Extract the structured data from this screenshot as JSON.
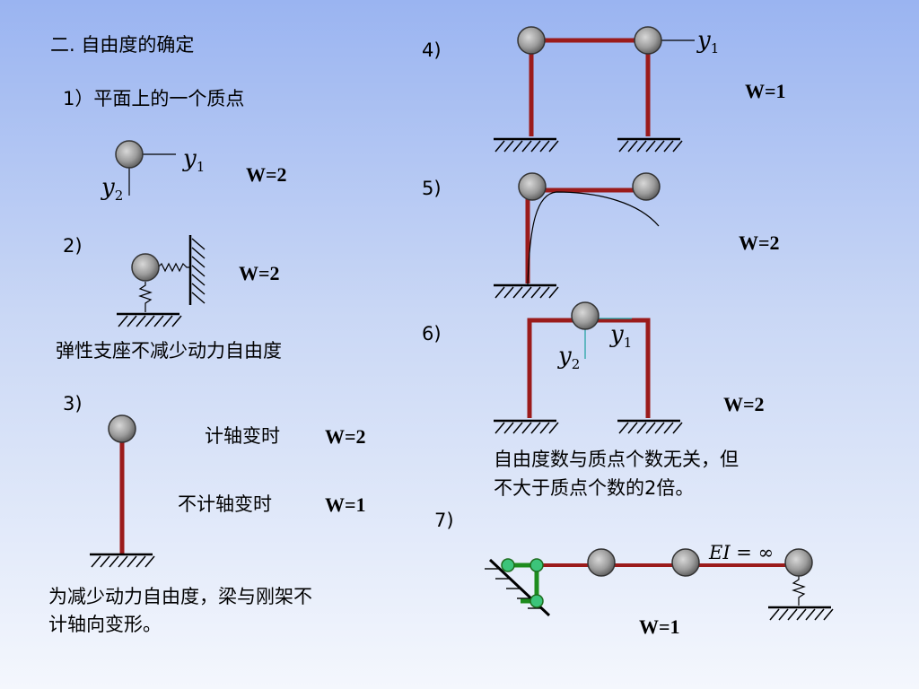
{
  "heading": "二. 自由度的确定",
  "case1": {
    "label": "1）平面上的一个质点",
    "w": "W=2",
    "y1": "y",
    "y1_sub": "1",
    "y2": "y",
    "y2_sub": "2"
  },
  "case2": {
    "label": "2)",
    "w": "W=2",
    "note": "弹性支座不减少动力自由度"
  },
  "case3": {
    "label": "3)",
    "line1_text": "计轴变时",
    "line1_w": "W=2",
    "line2_text": "不计轴变时",
    "line2_w": "W=1"
  },
  "note_bottom": [
    "为减少动力自由度，梁与刚架不",
    "计轴向变形。"
  ],
  "case4": {
    "label": "4)",
    "w": "W=1",
    "y1": "y",
    "y1_sub": "1"
  },
  "case5": {
    "label": "5)",
    "w": "W=2"
  },
  "case6": {
    "label": "6)",
    "w": "W=2",
    "y1": "y",
    "y1_sub": "1",
    "y2": "y",
    "y2_sub": "2",
    "note": [
      "自由度数与质点个数无关，但",
      "不大于质点个数的2倍。"
    ]
  },
  "case7": {
    "label": "7)",
    "w": "W=1",
    "ei": "EI = ∞"
  },
  "colors": {
    "frame": "#9b1b1b",
    "mass": "#9c9c9c",
    "rigid": "#1e8c1e",
    "joint": "#3cc47a"
  },
  "icons": [
    "mass-icon",
    "fixed-support-icon",
    "spring-icon",
    "wall-icon",
    "hinge-icon"
  ]
}
